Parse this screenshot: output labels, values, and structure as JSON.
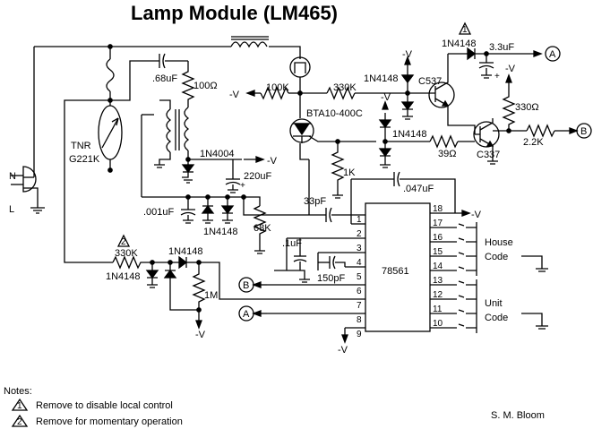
{
  "title": "Lamp Module (LM465)",
  "author": "S. M. Bloom",
  "notes": {
    "heading": "Notes:",
    "items": [
      {
        "marker": "1",
        "text": "Remove to disable local control"
      },
      {
        "marker": "2",
        "text": "Remove for momentary operation"
      }
    ]
  },
  "labels": {
    "c_68": ".68uF",
    "r_100": "100Ω",
    "r_100k": "100K",
    "r_330k_top": "330K",
    "d_1n4148_top": "1N4148",
    "d_1n4148_q": "1N4148",
    "c_3_3": "3.3uF",
    "q_c537": "C537",
    "q_c337": "C337",
    "r_330": "330Ω",
    "r_2_2k": "2.2K",
    "r_39": "39Ω",
    "triac": "BTA10-400C",
    "d_1n4148_mid": "1N4148",
    "r_1k": "1K",
    "d_1n4004": "1N4004",
    "c_220": "220uF",
    "c_047": ".047uF",
    "c_33p": "33pF",
    "c_001": ".001uF",
    "d_1n4148_low": "1N4148",
    "r_68k": "68K",
    "tnr": "TNR",
    "tnr_part": "G221K",
    "plug_n": "N",
    "plug_l": "L",
    "r_330k_low": "330K",
    "d_1n4148_in": "1N4148",
    "d_1n4148_left": "1N4148",
    "r_1m": "1M",
    "c_1u": ".1uF",
    "c_150p": "150pF",
    "ic": "78561",
    "house_code_1": "House",
    "house_code_2": "Code",
    "unit_code_1": "Unit",
    "unit_code_2": "Code",
    "neg_v": "-V",
    "plus": "+",
    "conn_a": "A",
    "conn_b": "B",
    "marker_1": "1",
    "marker_2": "2"
  },
  "ic_pins_left": [
    "1",
    "2",
    "3",
    "4",
    "5",
    "6",
    "7",
    "8",
    "9"
  ],
  "ic_pins_right": [
    "18",
    "17",
    "16",
    "15",
    "14",
    "13",
    "12",
    "11",
    "10"
  ]
}
